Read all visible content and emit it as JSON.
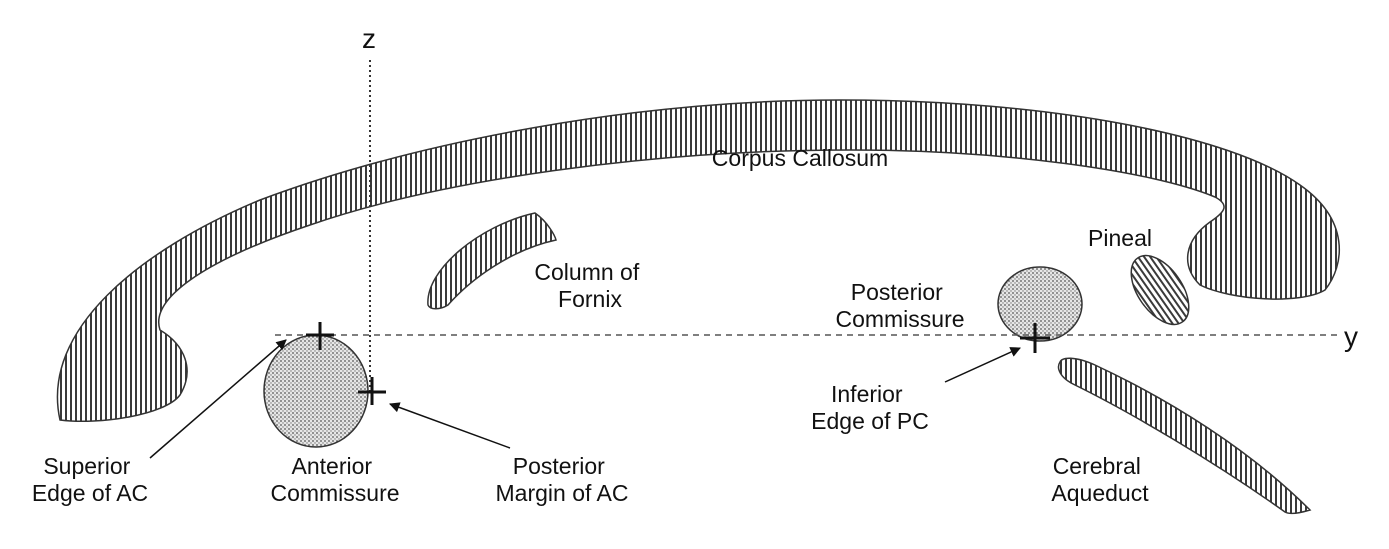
{
  "axes": {
    "z": "z",
    "y": "y"
  },
  "labels": {
    "corpus_callosum": "Corpus Callosum",
    "pineal": "Pineal",
    "column_of_fornix": [
      "Column of",
      "Fornix"
    ],
    "posterior_commissure": [
      "Posterior",
      "Commissure"
    ],
    "inferior_edge_pc": [
      "Inferior",
      "Edge of PC"
    ],
    "cerebral_aqueduct": [
      "Cerebral",
      "Aqueduct"
    ],
    "superior_edge_ac": [
      "Superior",
      "Edge of AC"
    ],
    "anterior_commissure": [
      "Anterior",
      "Commissure"
    ],
    "posterior_margin_ac": [
      "Posterior",
      "Margin of AC"
    ]
  }
}
